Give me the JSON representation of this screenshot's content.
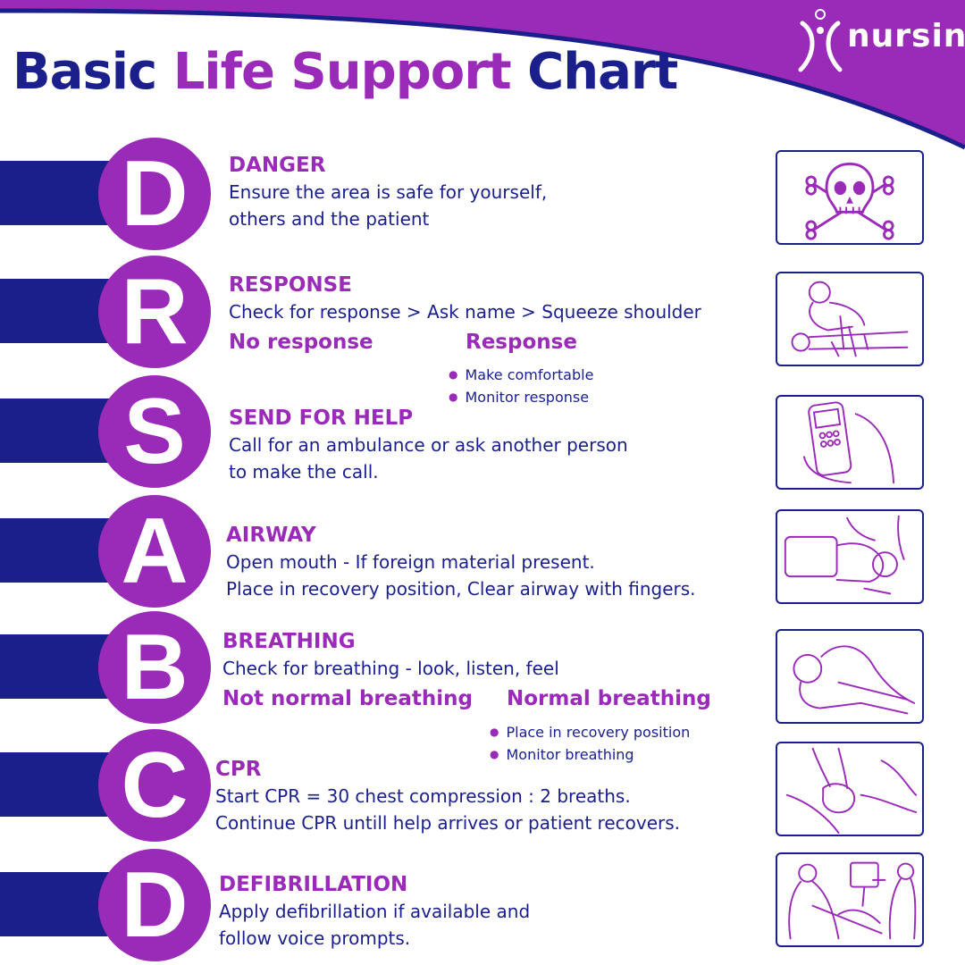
{
  "header": {
    "title_part1": "Basic",
    "title_part2": "Life Support",
    "title_part3": "Chart",
    "logo_text": "nursing",
    "logo_icon": "figure-logo-icon"
  },
  "colors": {
    "navy": "#1a1f8c",
    "purple": "#9a2ab8",
    "white": "#ffffff"
  },
  "steps": [
    {
      "letter": "D",
      "heading": "DANGER",
      "lines": [
        "Ensure the area is safe for yourself,",
        "others and the patient"
      ],
      "icon": "skull-crossbones-icon"
    },
    {
      "letter": "R",
      "heading": "RESPONSE",
      "lines": [
        "Check for response > Ask name > Squeeze shoulder"
      ],
      "branch_left": "No response",
      "branch_right": "Response",
      "bullets": [
        "Make comfortable",
        "Monitor response"
      ],
      "icon": "shoulder-check-icon"
    },
    {
      "letter": "S",
      "heading": "SEND FOR HELP",
      "lines": [
        "Call for an ambulance or ask another person",
        "to make the call."
      ],
      "icon": "phone-call-icon"
    },
    {
      "letter": "A",
      "heading": "AIRWAY",
      "lines": [
        "Open mouth - If foreign material present.",
        "Place in recovery position, Clear airway with fingers."
      ],
      "icon": "airway-tilt-icon"
    },
    {
      "letter": "B",
      "heading": "BREATHING",
      "lines": [
        "Check for breathing - look, listen, feel"
      ],
      "branch_left": "Not normal breathing",
      "branch_right": "Normal breathing",
      "bullets": [
        "Place in recovery position",
        "Monitor breathing"
      ],
      "icon": "breathing-check-icon"
    },
    {
      "letter": "C",
      "heading": "CPR",
      "lines": [
        "Start CPR = 30 chest compression : 2 breaths.",
        "Continue CPR untill help arrives or patient recovers."
      ],
      "icon": "chest-compression-icon"
    },
    {
      "letter": "D",
      "heading": "DEFIBRILLATION",
      "lines": [
        "Apply defibrillation if available and",
        "follow voice prompts."
      ],
      "icon": "defibrillator-icon"
    }
  ]
}
